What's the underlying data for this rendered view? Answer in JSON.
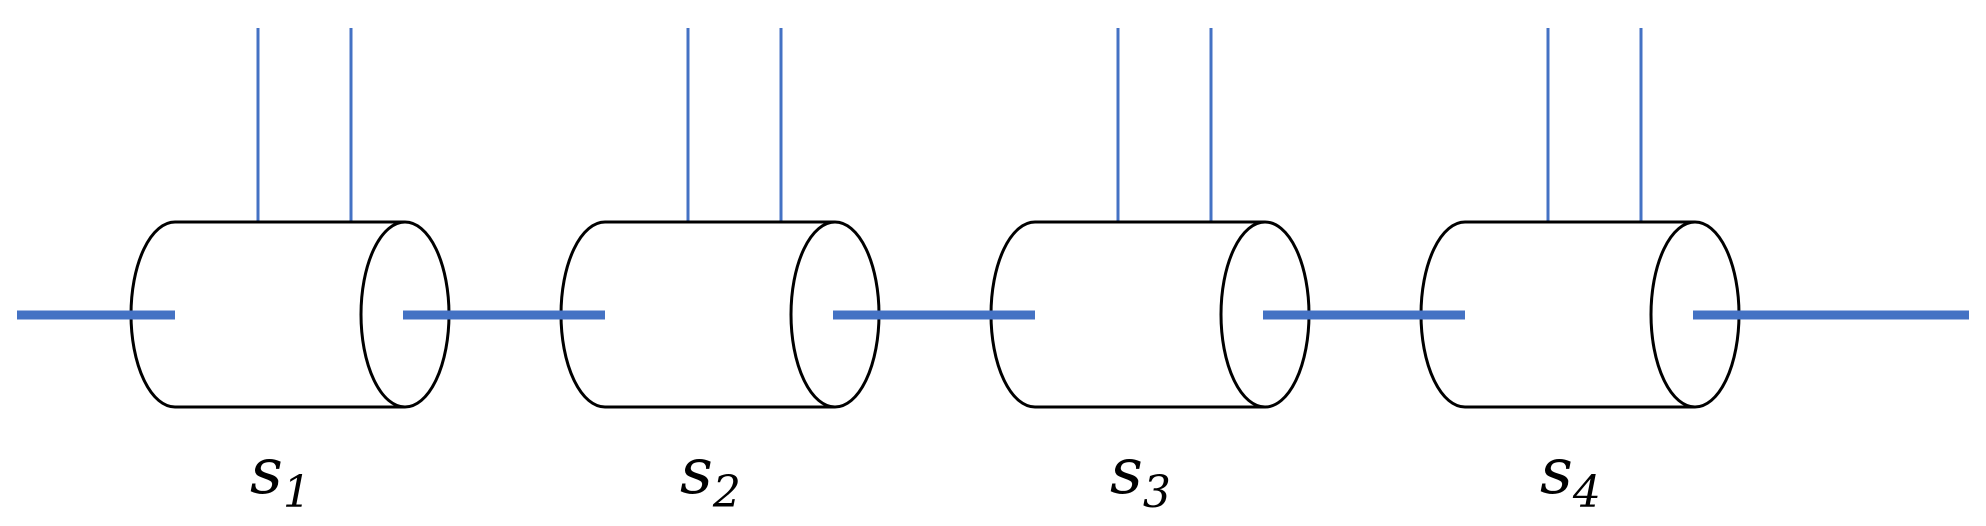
{
  "diagram": {
    "colors": {
      "bond": "#4472c4",
      "outline": "#000000",
      "fill": "#ffffff"
    },
    "nodes": [
      {
        "var": "s",
        "sub": "1"
      },
      {
        "var": "s",
        "sub": "2"
      },
      {
        "var": "s",
        "sub": "3"
      },
      {
        "var": "s",
        "sub": "4"
      }
    ]
  }
}
